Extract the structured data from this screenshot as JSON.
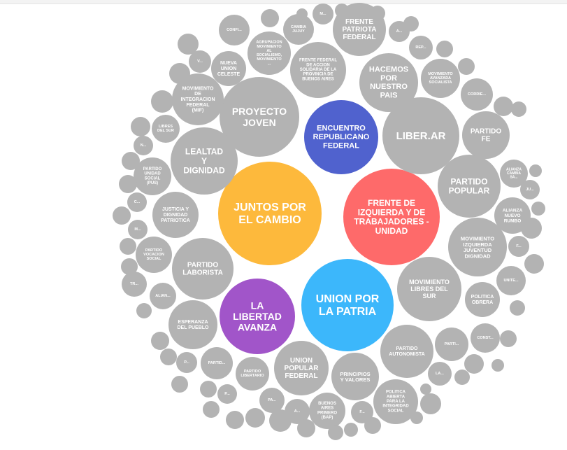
{
  "chart_data": {
    "type": "bubble-pack",
    "colors": {
      "default": "#b3b3b3",
      "JUNTOS POR EL CAMBIO": "#fdb93c",
      "FRENTE DE IZQUIERDA Y DE TRABAJADORES - UNIDAD": "#fe6a6a",
      "UNION POR LA PATRIA": "#3cb7fb",
      "LA LIBERTAD AVANZA": "#a155c9",
      "ENCUENTRO REPUBLICANO FEDERAL": "#5062ce"
    },
    "bubbles": [
      {
        "label": "JUNTOS POR EL CAMBIO"
      },
      {
        "label": "FRENTE DE IZQUIERDA Y DE TRABAJADORES - UNIDAD"
      },
      {
        "label": "UNION POR LA PATRIA"
      },
      {
        "label": "LA LIBERTAD AVANZA"
      },
      {
        "label": "ENCUENTRO REPUBLICANO FEDERAL"
      },
      {
        "label": "PROYECTO JOVEN"
      },
      {
        "label": "LIBER.AR"
      },
      {
        "label": "LEALTAD Y DIGNIDAD"
      },
      {
        "label": "PARTIDO POPULAR"
      },
      {
        "label": "PARTIDO LABORISTA"
      },
      {
        "label": "MOVIMIENTO LIBRES DEL SUR"
      },
      {
        "label": "HACEMOS POR NUESTRO PAIS"
      },
      {
        "label": "FRENTE PATRIOTA FEDERAL"
      },
      {
        "label": "FRENTE FEDERAL DE ACCION SOLIDARIA DE LA PROVINCIA DE BUENOS AIRES"
      },
      {
        "label": "MOVIMIENTO DE INTEGRACION FEDERAL (MIF)"
      },
      {
        "label": "ESPERANZA DEL PUEBLO"
      },
      {
        "label": "UNION POPULAR FEDERAL"
      },
      {
        "label": "MOVIMIENTO IZQUIERDA JUVENTUD DIGNIDAD"
      },
      {
        "label": "PARTIDO AUTONOMISTA"
      },
      {
        "label": "JUSTICIA Y DIGNIDAD PATRIOTICA"
      },
      {
        "label": "PARTIDO FE"
      },
      {
        "label": "PRINCIPIOS Y VALORES"
      },
      {
        "label": "POLITICA ABIERTA PARA LA INTEGRIDAD SOCIAL"
      },
      {
        "label": "AGRUPACION MOVIMIENTO AL SOCIALISMO, MOVIMIENTO ..."
      },
      {
        "label": "NUEVA UNION CELESTE"
      },
      {
        "label": "POLITICA OBRERA"
      },
      {
        "label": "ALIANZA NUEVO RUMBO"
      },
      {
        "label": "BUENOS AIRES PRIMERO (BAP)"
      },
      {
        "label": "MOVIMIENTO AVANZADA SOCIALISTA"
      },
      {
        "label": "PARTIDO UNIDAD SOCIAL (PUS)"
      },
      {
        "label": "PARTIDO VOCACION SOCIAL"
      },
      {
        "label": "PARTIDO LIBERTARIO"
      },
      {
        "label": "LIBRES DEL SUR"
      },
      {
        "label": "CORRIE..."
      },
      {
        "label": "ALIANZA CAMBIA SA..."
      },
      {
        "label": "CONST..."
      },
      {
        "label": "PARTI..."
      },
      {
        "label": "PARTID..."
      },
      {
        "label": "CONFI..."
      },
      {
        "label": "CAMBIA JUJUY"
      },
      {
        "label": "UNITE..."
      },
      {
        "label": "ALIAN..."
      },
      {
        "label": "TR..."
      },
      {
        "label": "LA..."
      },
      {
        "label": "PA..."
      },
      {
        "label": "A..."
      },
      {
        "label": "F..."
      },
      {
        "label": "P..."
      },
      {
        "label": "P..."
      },
      {
        "label": "REP..."
      },
      {
        "label": "A..."
      },
      {
        "label": "M..."
      },
      {
        "label": "V..."
      },
      {
        "label": "N..."
      },
      {
        "label": "C..."
      },
      {
        "label": "M..."
      },
      {
        "label": "F..."
      },
      {
        "label": "JU..."
      },
      {
        "label": ""
      },
      {
        "label": ""
      },
      {
        "label": ""
      },
      {
        "label": ""
      },
      {
        "label": ""
      },
      {
        "label": ""
      },
      {
        "label": ""
      },
      {
        "label": ""
      },
      {
        "label": ""
      },
      {
        "label": ""
      },
      {
        "label": ""
      },
      {
        "label": ""
      },
      {
        "label": ""
      },
      {
        "label": ""
      },
      {
        "label": ""
      },
      {
        "label": ""
      },
      {
        "label": ""
      },
      {
        "label": ""
      },
      {
        "label": ""
      },
      {
        "label": ""
      },
      {
        "label": ""
      },
      {
        "label": ""
      },
      {
        "label": ""
      },
      {
        "label": ""
      },
      {
        "label": ""
      },
      {
        "label": ""
      },
      {
        "label": ""
      },
      {
        "label": ""
      },
      {
        "label": ""
      },
      {
        "label": ""
      },
      {
        "label": ""
      },
      {
        "label": ""
      },
      {
        "label": ""
      },
      {
        "label": ""
      },
      {
        "label": ""
      },
      {
        "label": ""
      },
      {
        "label": ""
      },
      {
        "label": ""
      },
      {
        "label": ""
      },
      {
        "label": ""
      },
      {
        "label": ""
      },
      {
        "label": ""
      },
      {
        "label": ""
      },
      {
        "label": ""
      },
      {
        "label": ""
      },
      {
        "label": ""
      },
      {
        "label": ""
      },
      {
        "label": ""
      },
      {
        "label": ""
      }
    ]
  }
}
